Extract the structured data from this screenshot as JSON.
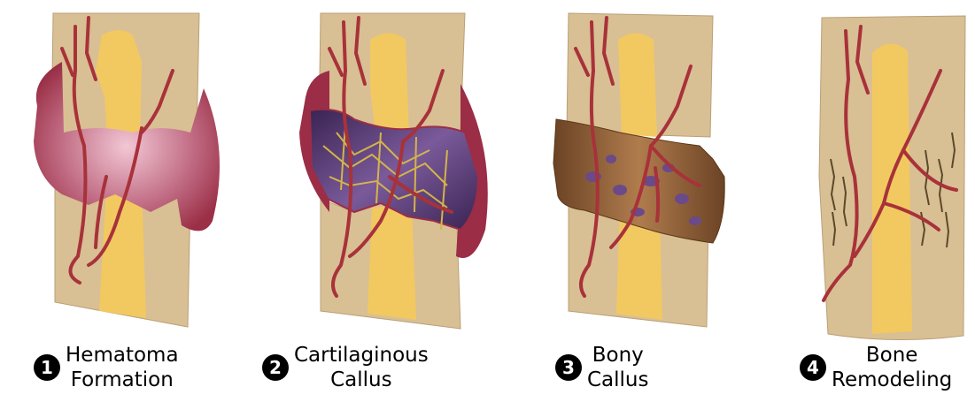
{
  "stages": [
    {
      "number": "1",
      "line1": "Hematoma",
      "line2": "Formation"
    },
    {
      "number": "2",
      "line1": "Cartilaginous",
      "line2": "Callus"
    },
    {
      "number": "3",
      "line1": "Bony",
      "line2": "Callus"
    },
    {
      "number": "4",
      "line1": "Bone",
      "line2": "Remodeling"
    }
  ],
  "colors": {
    "bone": "#d9bf94",
    "marrow": "#f2c960",
    "vessel": "#a8323a",
    "hematoma": "#a3334a",
    "cartilage": "#5d3a7a",
    "bony_callus": "#8a5a32",
    "remodel_lines": "#5a4a2a"
  }
}
